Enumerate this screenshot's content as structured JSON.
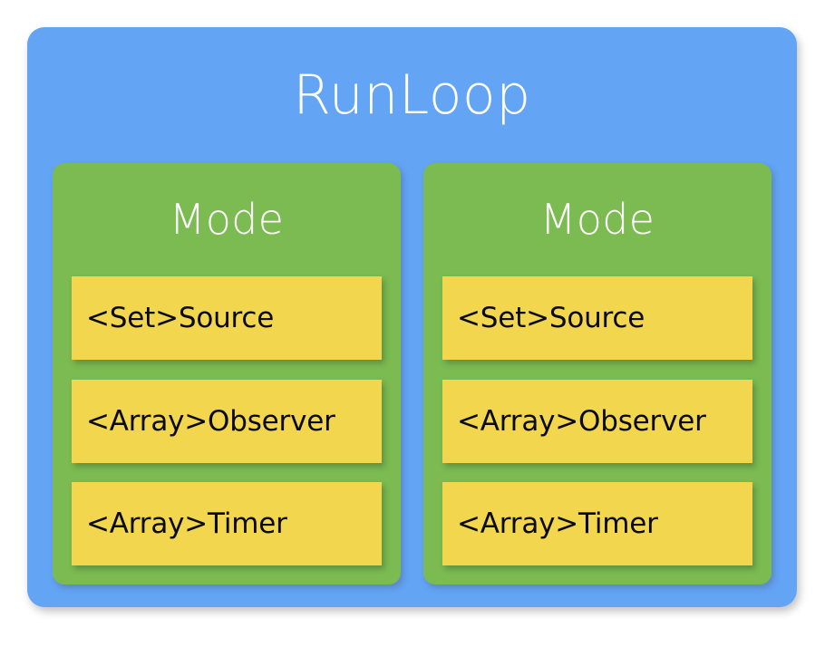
{
  "diagram": {
    "title": "RunLoop",
    "background_color": "#ffffff",
    "container_color": "#63a4f5",
    "mode_color": "#7bbb51",
    "item_color": "#f2d64d",
    "title_text_color": "#ffffff",
    "item_text_color": "#000000",
    "modes": [
      {
        "label": "Mode",
        "items": [
          {
            "label": "<Set>Source"
          },
          {
            "label": "<Array>Observer"
          },
          {
            "label": "<Array>Timer"
          }
        ]
      },
      {
        "label": "Mode",
        "items": [
          {
            "label": "<Set>Source"
          },
          {
            "label": "<Array>Observer"
          },
          {
            "label": "<Array>Timer"
          }
        ]
      }
    ]
  }
}
